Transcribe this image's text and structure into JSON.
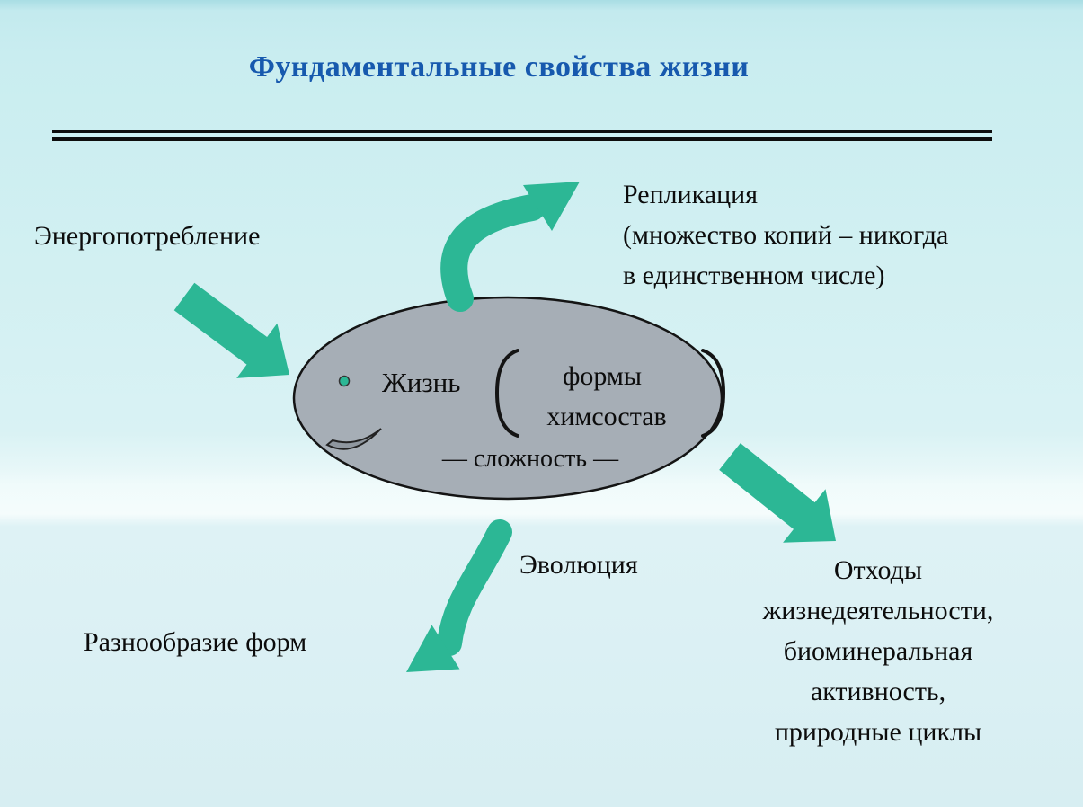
{
  "title": "Фундаментальные свойства жизни",
  "labels": {
    "energy": "Энергопотребление",
    "replication": "Репликация\n(множество копий – никогда\nв единственном числе)",
    "evolution": "Эволюция",
    "diversity": "Разнообразие форм",
    "waste": "Отходы\nжизнедеятельности,\nбиоминеральная\nактивность,\nприродные циклы"
  },
  "ellipse": {
    "life": "Жизнь",
    "forms": "формы",
    "chemistry": "химсостав",
    "complexity": "— сложность —"
  },
  "icons": {
    "energy_arrow": "thick-arrow-down-right",
    "replication_arrow": "curved-swoosh-arrow-up-right",
    "waste_arrow": "thick-arrow-down-right",
    "evolution_arrow": "curved-swoosh-arrow-down-left"
  },
  "colors": {
    "title_blue": "#1759ae",
    "arrow_teal": "#2cb795",
    "ellipse_fill": "#a6aeb6",
    "outline": "#141414",
    "background_top": "#c3eaee",
    "background_bottom": "#d7eef2"
  }
}
